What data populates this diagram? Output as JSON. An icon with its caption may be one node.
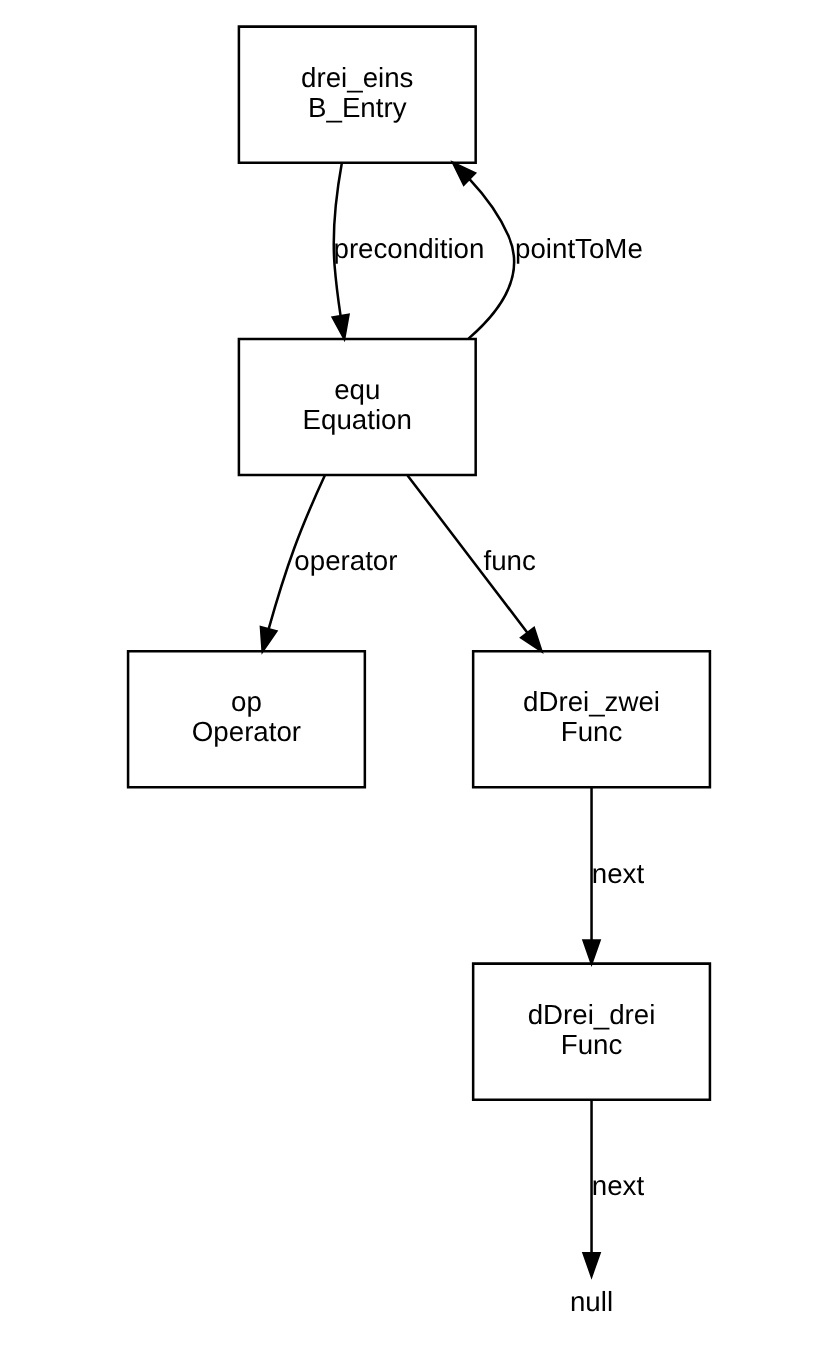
{
  "diagram": {
    "nodes": [
      {
        "text": [
          "drei_eins",
          "B_Entry"
        ]
      },
      {
        "text": [
          "equ",
          "Equation"
        ]
      },
      {
        "text": [
          "op",
          "Operator"
        ]
      },
      {
        "text": [
          "dDrei_zwei",
          "Func"
        ]
      },
      {
        "text": [
          "dDrei_drei",
          "Func"
        ]
      },
      {
        "text": [
          "null"
        ]
      }
    ],
    "edges": [
      {
        "from": 1,
        "to": 0,
        "arrow": "to",
        "label": "pointToMe"
      },
      {
        "from": 0,
        "to": 1,
        "arrow": "to",
        "label": "precondition"
      },
      {
        "from": 1,
        "to": 2,
        "arrow": "to",
        "label": "operator"
      },
      {
        "from": 1,
        "to": 3,
        "arrow": "to",
        "label": "func"
      },
      {
        "from": 3,
        "to": 4,
        "arrow": "to",
        "label": "next"
      },
      {
        "from": 4,
        "to": 5,
        "arrow": "to",
        "label": "next"
      }
    ]
  }
}
